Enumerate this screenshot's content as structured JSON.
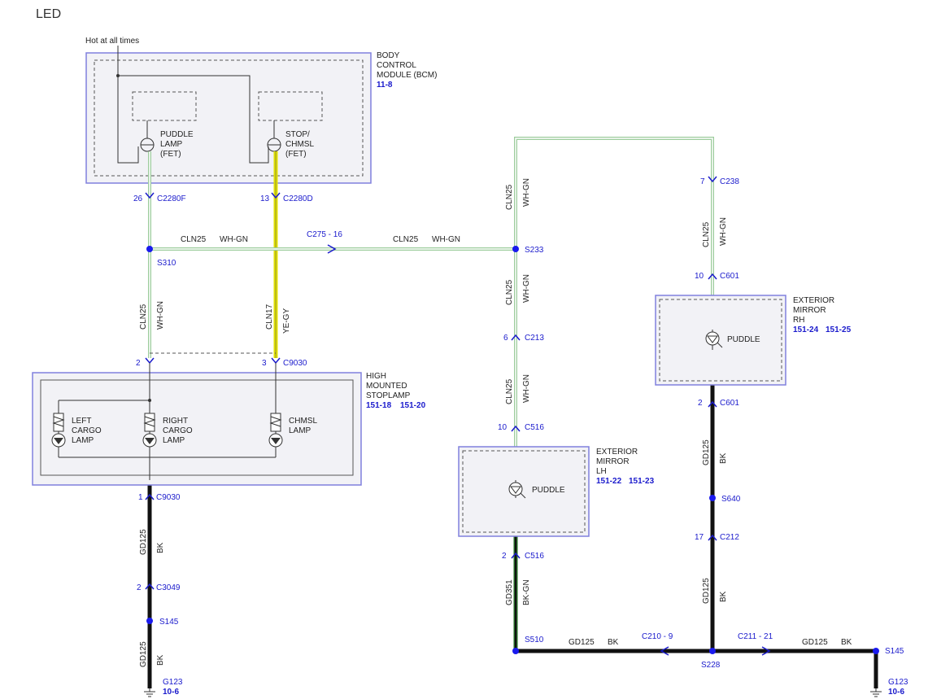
{
  "page_title": "LED",
  "hot_label": "Hot at all times",
  "modules": {
    "bcm": {
      "name": [
        "BODY",
        "CONTROL",
        "MODULE (BCM)"
      ],
      "ref": "11-8"
    },
    "puddle_fet": [
      "PUDDLE",
      "LAMP",
      "(FET)"
    ],
    "stop_fet": [
      "STOP/",
      "CHMSL",
      "(FET)"
    ],
    "hms": {
      "name": [
        "HIGH",
        "MOUNTED",
        "STOPLAMP"
      ],
      "ref1": "151-18",
      "ref2": "151-20"
    },
    "left_cargo": [
      "LEFT",
      "CARGO",
      "LAMP"
    ],
    "right_cargo": [
      "RIGHT",
      "CARGO",
      "LAMP"
    ],
    "chmsl_lamp": [
      "CHMSL",
      "LAMP"
    ],
    "mirror_lh": {
      "name": [
        "EXTERIOR",
        "MIRROR",
        "LH"
      ],
      "ref1": "151-22",
      "ref2": "151-23",
      "lamp": "PUDDLE"
    },
    "mirror_rh": {
      "name": [
        "EXTERIOR",
        "MIRROR",
        "RH"
      ],
      "ref1": "151-24",
      "ref2": "151-25",
      "lamp": "PUDDLE"
    }
  },
  "connectors": {
    "c2280f": {
      "pin": "26",
      "id": "C2280F"
    },
    "c2280d": {
      "pin": "13",
      "id": "C2280D"
    },
    "c275": "C275 - 16",
    "c9030_2": {
      "pin": "2"
    },
    "c9030_3": {
      "pin": "3",
      "id": "C9030"
    },
    "c9030_1": {
      "pin": "1",
      "id": "C9030"
    },
    "c3049": {
      "pin": "2",
      "id": "C3049"
    },
    "c213": {
      "pin": "6",
      "id": "C213"
    },
    "c516_top": {
      "pin": "10",
      "id": "C516"
    },
    "c516_bot": {
      "pin": "2",
      "id": "C516"
    },
    "c238": {
      "pin": "7",
      "id": "C238"
    },
    "c601_top": {
      "pin": "10",
      "id": "C601"
    },
    "c601_bot": {
      "pin": "2",
      "id": "C601"
    },
    "c212": {
      "pin": "17",
      "id": "C212"
    },
    "c210": "C210 - 9",
    "c211": "C211 - 21"
  },
  "splices": {
    "s310": "S310",
    "s233": "S233",
    "s145_left": "S145",
    "s640": "S640",
    "s510": "S510",
    "s228": "S228",
    "s145_right": "S145"
  },
  "grounds": {
    "g123_left": {
      "id": "G123",
      "ref": "10-6"
    },
    "g123_right": {
      "id": "G123",
      "ref": "10-6"
    }
  },
  "wires": {
    "cln25": "CLN25",
    "whgn": "WH-GN",
    "cln17": "CLN17",
    "yegy": "YE-GY",
    "gd125": "GD125",
    "bk": "BK",
    "gd351": "GD351",
    "bkgn": "BK-GN"
  },
  "colors": {
    "ref_blue": "#1a1acc",
    "box_border": "#8080dd",
    "wire_yellow": "#e0e000",
    "wire_green": "#9ccc9c",
    "wire_black": "#111111"
  }
}
